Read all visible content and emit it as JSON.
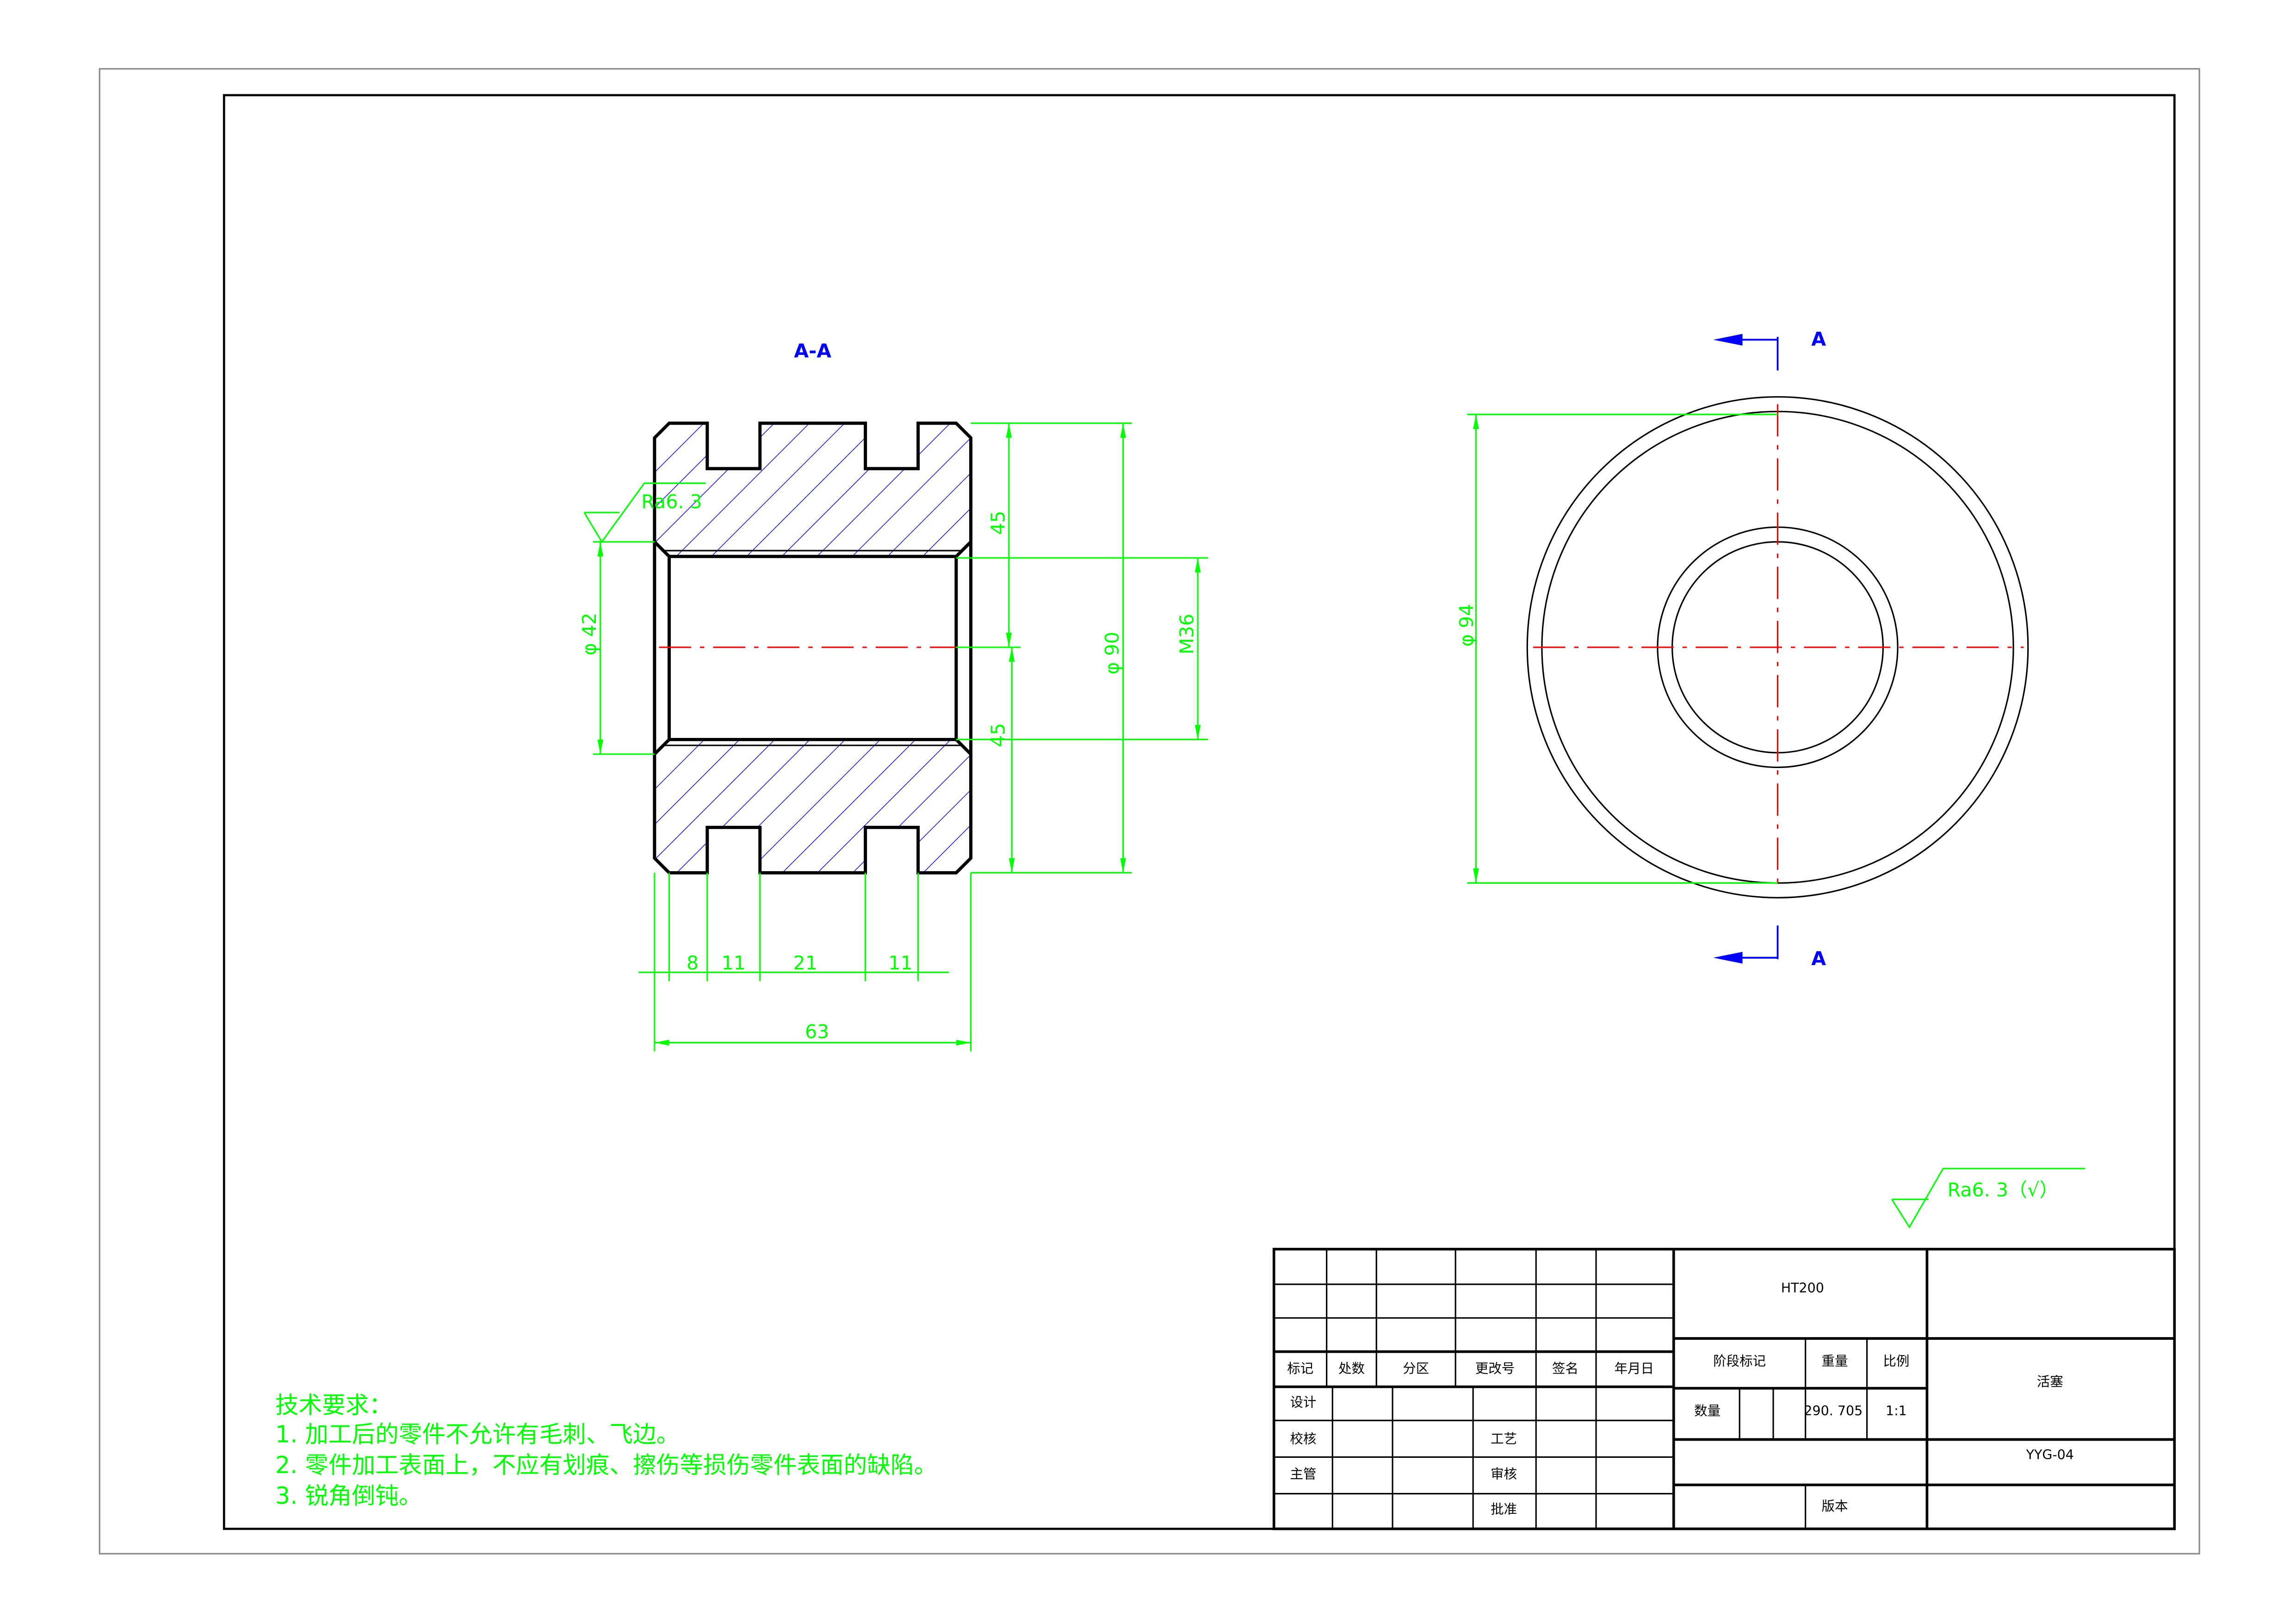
{
  "section_view": {
    "label": "A-A",
    "dims": {
      "top_half": "45",
      "bottom_half": "45",
      "outer_dia": "φ 90",
      "thread": "M36",
      "bore_dia": "φ 42",
      "w1": "8",
      "w2": "11",
      "w3": "21",
      "w4": "11",
      "total": "63"
    },
    "roughness": "Ra6. 3"
  },
  "end_view": {
    "dia": "φ 94",
    "section_mark_top": "A",
    "section_mark_bottom": "A"
  },
  "general_roughness": "Ra6. 3（√）",
  "tech_requirements": {
    "title": "技术要求：",
    "items": [
      "1. 加工后的零件不允许有毛刺、飞边。",
      "2. 零件加工表面上，不应有划痕、擦伤等损伤零件表面的缺陷。",
      "3. 锐角倒钝。"
    ]
  },
  "title_block": {
    "headers": [
      "标记",
      "处数",
      "分区",
      "更改号",
      "签名",
      "年月日"
    ],
    "roles": [
      "设计",
      "校核",
      "主管"
    ],
    "roles2": [
      "工艺",
      "审核",
      "批准"
    ],
    "material": "HT200",
    "stage_mark": "阶段标记",
    "weight_label": "重量",
    "scale_label": "比例",
    "quantity_label": "数量",
    "weight": "290. 705",
    "scale": "1:1",
    "part_name": "活塞",
    "drawing_no": "YYG-04",
    "version_label": "版本"
  },
  "colors": {
    "dimension": "#00ff00",
    "hatch": "#0000ff",
    "centerline": "#ff0000",
    "outline": "#000000"
  }
}
